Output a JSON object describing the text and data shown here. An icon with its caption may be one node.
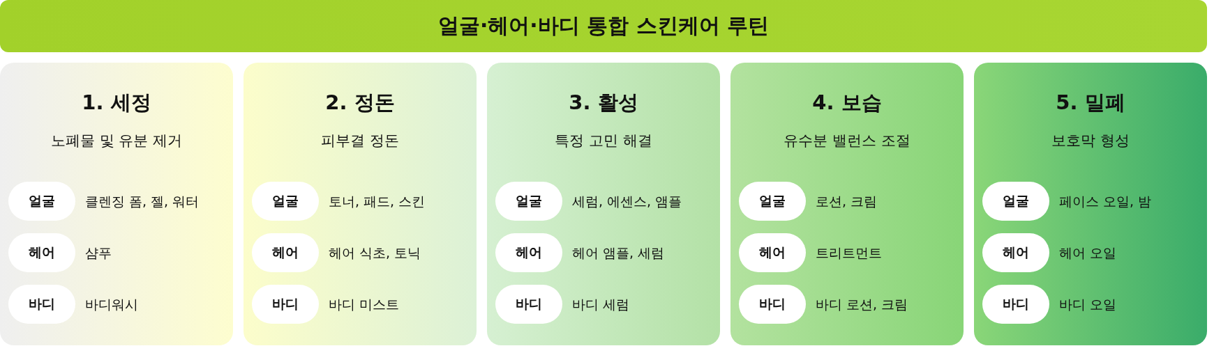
{
  "diagram": {
    "title": "얼굴·헤어·바디 통합 스킨케어 루틴",
    "nodes": [
      {
        "text": [
          "1. 세정",
          "노폐물 및 유분 제거"
        ]
      },
      {
        "text": [
          "얼굴"
        ],
        "in": 0,
        "beside": [
          "클렌징 폼, 젤, 워터"
        ]
      },
      {
        "text": [
          "헤어"
        ],
        "in": 0,
        "beside": [
          "샴푸"
        ]
      },
      {
        "text": [
          "바디"
        ],
        "in": 0,
        "beside": [
          "바디워시"
        ]
      },
      {
        "text": [
          "2. 정돈",
          "피부결 정돈"
        ]
      },
      {
        "text": [
          "얼굴"
        ],
        "in": 4,
        "beside": [
          "토너, 패드, 스킨"
        ]
      },
      {
        "text": [
          "헤어"
        ],
        "in": 4,
        "beside": [
          "헤어 식초, 토닉"
        ]
      },
      {
        "text": [
          "바디"
        ],
        "in": 4,
        "beside": [
          "바디 미스트"
        ]
      },
      {
        "text": [
          "3. 활성",
          "특정 고민 해결"
        ]
      },
      {
        "text": [
          "얼굴"
        ],
        "in": 8,
        "beside": [
          "세럼, 에센스, 앰플"
        ]
      },
      {
        "text": [
          "헤어"
        ],
        "in": 8,
        "beside": [
          "헤어 앰플, 세럼"
        ]
      },
      {
        "text": [
          "바디"
        ],
        "in": 8,
        "beside": [
          "바디 세럼"
        ]
      },
      {
        "text": [
          "4. 보습",
          "유수분 밸런스 조절"
        ]
      },
      {
        "text": [
          "얼굴"
        ],
        "in": 12,
        "beside": [
          "로션, 크림"
        ]
      },
      {
        "text": [
          "헤어"
        ],
        "in": 12,
        "beside": [
          "트리트먼트"
        ]
      },
      {
        "text": [
          "바디"
        ],
        "in": 12,
        "beside": [
          "바디 로션, 크림"
        ]
      },
      {
        "text": [
          "5. 밀폐",
          "보호막 형성"
        ]
      },
      {
        "text": [
          "얼굴"
        ],
        "in": 16,
        "beside": [
          "페이스 오일, 밤"
        ]
      },
      {
        "text": [
          "헤어"
        ],
        "in": 16,
        "beside": [
          "헤어 오일"
        ]
      },
      {
        "text": [
          "바디"
        ],
        "in": 16,
        "beside": [
          "바디 오일"
        ]
      }
    ]
  }
}
